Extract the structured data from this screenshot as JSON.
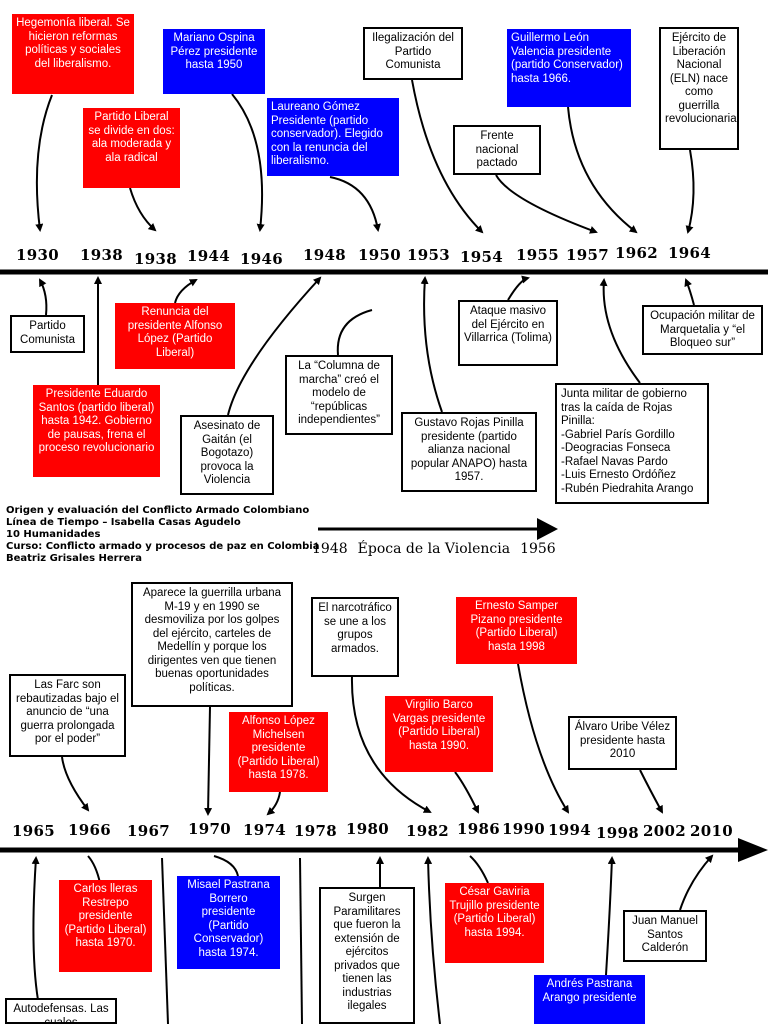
{
  "credits": {
    "line1": "Origen y evaluación del Conflicto Armado Colombiano",
    "line2": "Línea de Tiempo – Isabella Casas Agudelo",
    "line3": "10 Humanidades",
    "line4": "Curso: Conflicto armado y procesos de paz en Colombia",
    "line5": "Beatriz Grisales Herrera"
  },
  "era": {
    "start": "1948",
    "label": "Época de la Violencia",
    "end": "1956"
  },
  "timeline1": {
    "years": [
      "1930",
      "1938",
      "1938",
      "1944",
      "1946",
      "1948",
      "1950",
      "1953",
      "1954",
      "1955",
      "1957",
      "1962",
      "1964"
    ],
    "events_above": [
      {
        "text": "Hegemonía liberal. Se hicieron reformas políticas y sociales del liberalismo.",
        "color": "red"
      },
      {
        "text": "Partido Liberal se divide en dos: ala moderada y ala radical",
        "color": "red"
      },
      {
        "text": "Mariano Ospina Pérez presidente hasta 1950",
        "color": "blue"
      },
      {
        "text": "Laureano Gómez Presidente (partido conservador). Elegido con la renuncia del liberalismo.",
        "color": "blue"
      },
      {
        "text": "Ilegalización del Partido Comunista",
        "color": "white"
      },
      {
        "text": "Frente nacional pactado",
        "color": "white"
      },
      {
        "text": "Guillermo León Valencia presidente (partido Conservador) hasta 1966.",
        "color": "blue"
      },
      {
        "text": "Ejército de Liberación Nacional (ELN) nace como guerrilla revolucionaria",
        "color": "white"
      }
    ],
    "events_below": [
      {
        "text": "Partido Comunista",
        "color": "white"
      },
      {
        "text": "Presidente Eduardo Santos (partido liberal) hasta 1942. Gobierno de pausas, frena el proceso revolucionario",
        "color": "red"
      },
      {
        "text": "Renuncia del presidente Alfonso López (Partido Liberal)",
        "color": "red"
      },
      {
        "text": "Asesinato de Gaitán (el Bogotazo) provoca la Violencia",
        "color": "white"
      },
      {
        "text": "La “Columna de marcha” creó el modelo de “repúblicas independientes”",
        "color": "white"
      },
      {
        "text": "Gustavo Rojas Pinilla presidente (partido alianza nacional popular ANAPO) hasta 1957.",
        "color": "white"
      },
      {
        "text": "Ataque masivo del Ejército en Villarrica (Tolima)",
        "color": "white"
      },
      {
        "text": "Ocupación militar de Marquetalia y “el Bloqueo sur”",
        "color": "white"
      },
      {
        "text": "Junta militar de gobierno tras la caída de Rojas Pinilla:\n-Gabriel París Gordillo\n-Deogracias Fonseca\n-Rafael Navas Pardo\n-Luis Ernesto Ordóñez\n-Rubén Piedrahita Arango",
        "color": "white"
      }
    ]
  },
  "timeline2": {
    "years": [
      "1965",
      "1966",
      "1967",
      "1970",
      "1974",
      "1978",
      "1980",
      "1982",
      "1986",
      "1990",
      "1994",
      "1998",
      "2002",
      "2010"
    ],
    "events_above": [
      {
        "text": "Las Farc son rebautizadas bajo el anuncio de “una guerra prolongada por el poder”",
        "color": "white"
      },
      {
        "text": "Aparece la guerrilla urbana M-19 y en 1990 se desmoviliza por los golpes del ejército, carteles de Medellín y porque los dirigentes ven que tienen buenas oportunidades políticas.",
        "color": "white"
      },
      {
        "text": "Alfonso López Michelsen presidente (Partido Liberal) hasta 1978.",
        "color": "red"
      },
      {
        "text": "El narcotráfico se une a los grupos armados.",
        "color": "white"
      },
      {
        "text": "Virgilio Barco Vargas presidente (Partido Liberal) hasta 1990.",
        "color": "red"
      },
      {
        "text": "Ernesto Samper Pizano presidente (Partido Liberal) hasta 1998",
        "color": "red"
      },
      {
        "text": "Álvaro Uribe Vélez presidente hasta 2010",
        "color": "white"
      }
    ],
    "events_below": [
      {
        "text": "Carlos lleras Restrepo presidente (Partido Liberal) hasta 1970.",
        "color": "red"
      },
      {
        "text": "Misael Pastrana Borrero presidente (Partido Conservador) hasta 1974.",
        "color": "blue"
      },
      {
        "text": "Surgen Paramilitares que fueron la extensión de ejércitos privados que tienen las industrias ilegales",
        "color": "white"
      },
      {
        "text": "César Gaviria Trujillo presidente (Partido Liberal) hasta 1994.",
        "color": "red"
      },
      {
        "text": "Juan Manuel Santos Calderón",
        "color": "white"
      },
      {
        "text": "Autodefensas. Las cuales",
        "color": "white"
      },
      {
        "text": "Andrés Pastrana Arango presidente",
        "color": "blue"
      }
    ]
  }
}
